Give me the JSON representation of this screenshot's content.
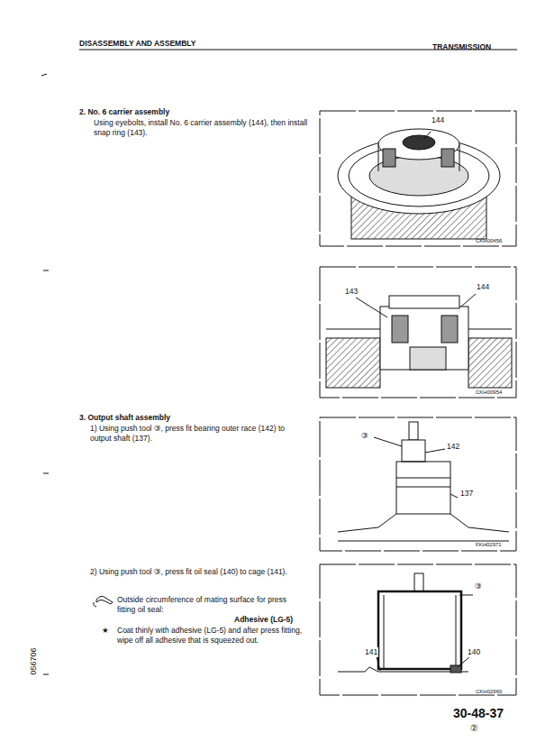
{
  "diagram": {
    "title": "DISASSEMBLY AND ASSEMBLY",
    "labels": [
      "TRANSMISSION",
      "056706",
      "2. No. 6 carrier assembly",
      "Using eyebolts, install No. 6 carrier assembly (144), then install snap ring (143).",
      "144",
      "CKH00456",
      "143",
      "144",
      "CKH00954",
      "3. Output shaft assembly",
      "1) Using push tool ③, press fit bearing outer race (142) to output shaft (137).",
      "③",
      "142",
      "137",
      "FKH02971",
      "2) Using push tool ③, press fit oil seal (140) to cage (141).",
      "Outside circumference of mating surface for press fitting oil seal:",
      "Adhesive (LG-5)",
      "★",
      "Coat thinly with adhesive (LG-5) and after press fitting, wipe off all adhesive that is squeezed out.",
      "③",
      "141",
      "140",
      "CKH02960",
      "30-48-37",
      "②"
    ]
  }
}
